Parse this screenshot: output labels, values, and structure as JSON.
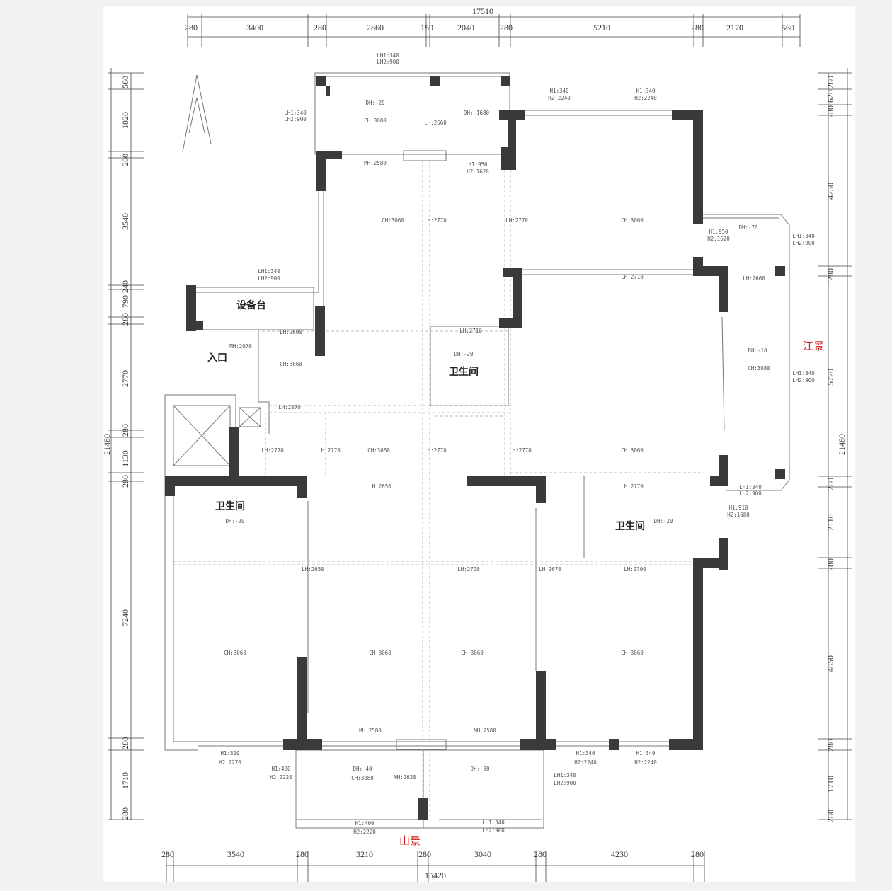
{
  "title_overall_top": "17510",
  "dims_top": [
    "280",
    "3400",
    "280",
    "2860",
    "150",
    "2040",
    "280",
    "5210",
    "280",
    "2170",
    "560"
  ],
  "title_overall_bottom": "15420",
  "dims_bottom": [
    "280",
    "3540",
    "280",
    "3210",
    "280",
    "3040",
    "280",
    "4230",
    "280"
  ],
  "overall_left": "21480",
  "dims_left": [
    "560",
    "1820",
    "280",
    "3540",
    "240",
    "790",
    "280",
    "2770",
    "280",
    "1130",
    "280",
    "7240",
    "280",
    "1710",
    "280"
  ],
  "overall_right": "21480",
  "dims_right": [
    "280",
    "620",
    "280",
    "4230",
    "280",
    "5720",
    "280",
    "2110",
    "280",
    "4850",
    "280",
    "1710",
    "280"
  ],
  "rooms": {
    "equipment": "设备台",
    "entrance": "入口",
    "bath_center": "卫生间",
    "bath_left": "卫生间",
    "bath_right": "卫生间"
  },
  "views": {
    "river": "江景",
    "mountain": "山景"
  },
  "notes": [
    "LH1:340",
    "LH2:900",
    "DH:-20",
    "CH:3080",
    "DH:-1680",
    "LH:2660",
    "LH1:340",
    "LH2:900",
    "H1:340",
    "H2:2240",
    "H1:340",
    "H2:2240",
    "MH:2580",
    "H1:950",
    "H2:1620",
    "CH:3060",
    "LH:2770",
    "LH:2770",
    "CH:3060",
    "H1:950",
    "H2:1620",
    "DH:-70",
    "LH1:340",
    "LH2:900",
    "LH:2710",
    "LH:2660",
    "LH1:340",
    "LH2:900",
    "LH:2600",
    "MH:2070",
    "CH:3060",
    "LH:2710",
    "DH:-20",
    "DH:-10",
    "CH:3080",
    "LH1:340",
    "LH2:900",
    "LH:2070",
    "LH:2770",
    "LH:2770",
    "CH:3060",
    "LH:2770",
    "LH:2770",
    "CH:3060",
    "LH:2650",
    "LH:2770",
    "LH1:340",
    "LH2:900",
    "H1:910",
    "H2:1680",
    "DH:-20",
    "DH:-20",
    "LH:2650",
    "LH:2700",
    "LH:2670",
    "LH:2700",
    "CH:3060",
    "CH:3060",
    "CH:3060",
    "CH:3060",
    "MH:2580",
    "MH:2580",
    "H1:310",
    "H2:2270",
    "H1:340",
    "H2:2240",
    "H1:340",
    "H2:2240",
    "H1:400",
    "H2:2220",
    "DH:-40",
    "CH:3080",
    "MH:2620",
    "DH:-80",
    "LH1:340",
    "LH2:900",
    "H1:400",
    "H2:2220",
    "LH1:340",
    "LH2:900"
  ]
}
